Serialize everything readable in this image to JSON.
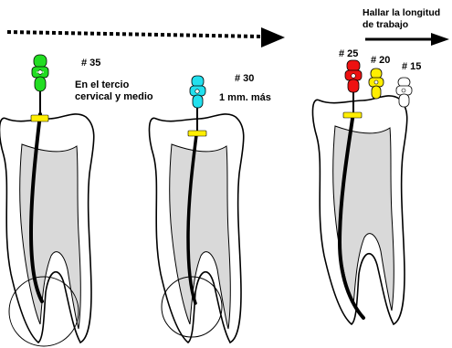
{
  "header": {
    "line1": "Hallar la longitud",
    "line2": "de trabajo"
  },
  "step1": {
    "file_number": "# 35",
    "note_line1": "En el tercio",
    "note_line2": "cervical y medio",
    "file_color": "#22dd22"
  },
  "step2": {
    "file_number": "# 30",
    "note": "1 mm. más",
    "file_color": "#22e0ee"
  },
  "step3": {
    "files": [
      {
        "number": "# 25",
        "color": "#ee1111"
      },
      {
        "number": "# 20",
        "color": "#ffee00"
      },
      {
        "number": "# 15",
        "color": "#ffffff"
      }
    ]
  },
  "stopper_color": "#ffee00"
}
